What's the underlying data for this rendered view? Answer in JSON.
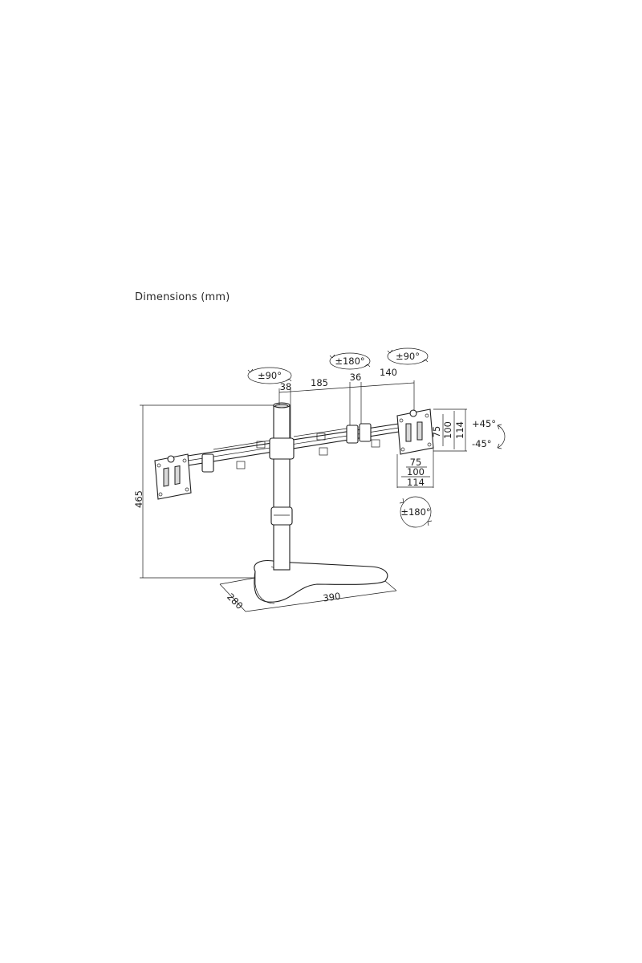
{
  "heading": "Dimensions (mm)",
  "dims": {
    "height": "465",
    "base_depth": "280",
    "base_width": "390",
    "seg_pole": "38",
    "seg_arm1": "185",
    "seg_joint": "36",
    "seg_arm2": "140",
    "vesa_v_small": "75",
    "vesa_v_mid": "100",
    "vesa_v_large": "114",
    "vesa_h_small": "75",
    "vesa_h_mid": "100",
    "vesa_h_large": "114"
  },
  "rotations": {
    "pole": "±90°",
    "joint": "±180°",
    "head": "±90°",
    "tilt_up": "+45°",
    "tilt_down": "-45°",
    "swivel": "±180°"
  }
}
